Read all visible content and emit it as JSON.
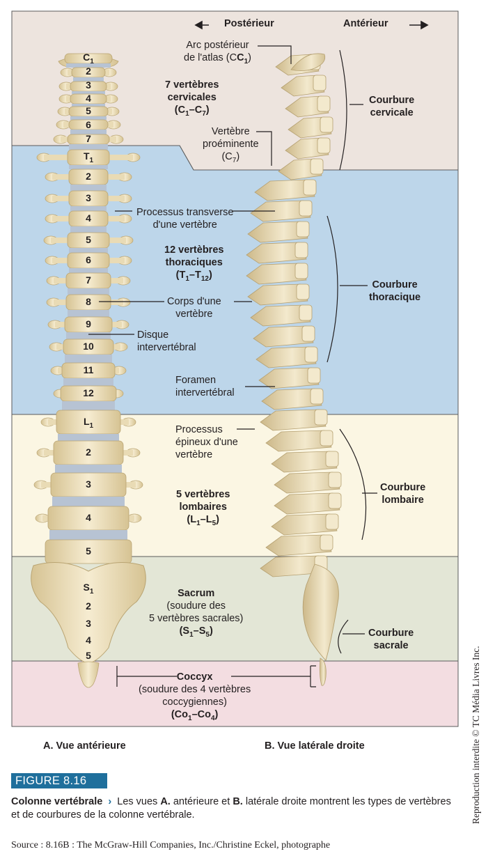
{
  "direction": {
    "posterior": "Postérieur",
    "anterior": "Antérieur"
  },
  "anterior_view": {
    "cervical": [
      "C",
      "2",
      "3",
      "4",
      "5",
      "6",
      "7"
    ],
    "cervical_sub": "1",
    "thoracic": [
      "T",
      "2",
      "3",
      "4",
      "5",
      "6",
      "7",
      "8",
      "9",
      "10",
      "11",
      "12"
    ],
    "thoracic_sub": "1",
    "lumbar": [
      "L",
      "2",
      "3",
      "4",
      "5"
    ],
    "lumbar_sub": "1",
    "sacral": [
      "S",
      "2",
      "3",
      "4",
      "5"
    ],
    "sacral_sub": "1"
  },
  "labels": {
    "arc_atlas": [
      "Arc postérieur",
      "de l'atlas (C",
      "1",
      ")"
    ],
    "cervical_count": [
      "7 vertèbres",
      "cervicales",
      "(C",
      "1",
      "–C",
      "7",
      ")"
    ],
    "prominent": [
      "Vertèbre",
      "proéminente",
      "(C",
      "7",
      ")"
    ],
    "transverse": [
      "Processus transverse",
      "d'une vertèbre"
    ],
    "thoracic_count": [
      "12 vertèbres",
      "thoraciques",
      "(T",
      "1",
      "–T",
      "12",
      ")"
    ],
    "body": [
      "Corps d'une",
      "vertèbre"
    ],
    "disc": [
      "Disque",
      "intervertébral"
    ],
    "foramen": [
      "Foramen",
      "intervertébral"
    ],
    "spinous": [
      "Processus",
      "épineux d'une",
      "vertèbre"
    ],
    "lumbar_count": [
      "5 vertèbres",
      "lombaires",
      "(L",
      "1",
      "–L",
      "5",
      ")"
    ],
    "sacrum": [
      "Sacrum",
      "(soudure des",
      "5 vertèbres sacrales)",
      "(S",
      "1",
      "–S",
      "5",
      ")"
    ],
    "coccyx": [
      "Coccyx",
      "(soudure des 4 vertèbres",
      "coccygiennes)",
      "(Co",
      "1",
      "–Co",
      "4",
      ")"
    ]
  },
  "curves": {
    "cervical": [
      "Courbure",
      "cervicale"
    ],
    "thoracic": [
      "Courbure",
      "thoracique"
    ],
    "lumbar": [
      "Courbure",
      "lombaire"
    ],
    "sacral": [
      "Courbure",
      "sacrale"
    ]
  },
  "view_titles": {
    "a": "A. Vue antérieure",
    "b": "B. Vue latérale droite"
  },
  "figure": {
    "badge": "FIGURE 8.16",
    "title": "Colonne vertébrale",
    "arrow": "›",
    "text_1": "Les vues",
    "a": "A.",
    "text_2": "antérieure et",
    "b": "B.",
    "text_3": "latérale droite montrent les types de vertèbres et de courbures de la colonne vertébrale."
  },
  "source": "Source : 8.16B : The McGraw-Hill Companies, Inc./Christine Eckel, photographe",
  "copyright": "Reproduction interdite © TC Média Livres Inc.",
  "colors": {
    "cervical_band": "#ede4de",
    "thoracic_band": "#bdd6ea",
    "lumbar_band": "#fbf6e3",
    "sacral_band": "#e3e6d6",
    "coccyx_band": "#f3dde1",
    "bone": "#f1e6c6",
    "bone_shade": "#d9c79a",
    "disc": "#b7c3d3",
    "badge": "#1f6f9c"
  }
}
